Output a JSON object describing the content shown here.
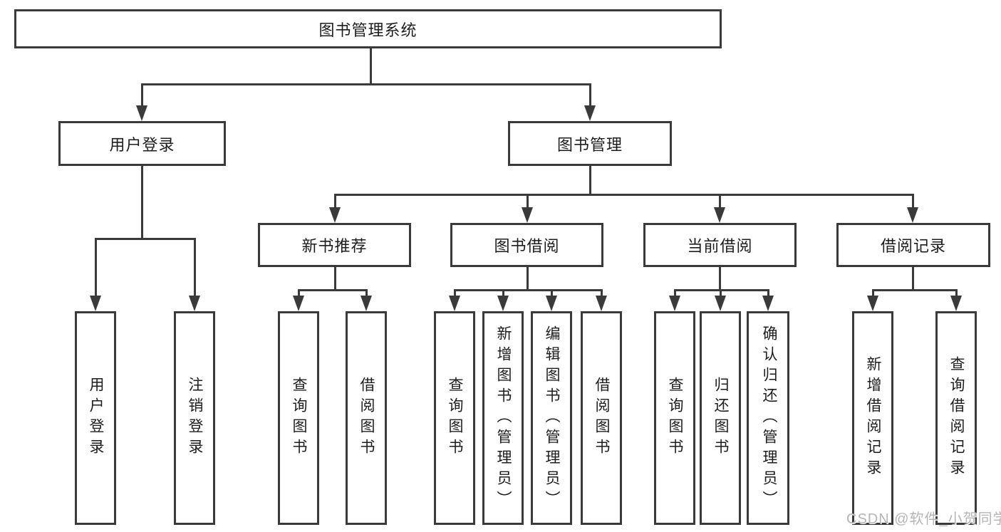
{
  "diagram": {
    "title": "图书管理系统",
    "watermark": "CSDN @软件_小贺同学",
    "colors": {
      "line": "#3a3a3a",
      "text": "#1d1d1d",
      "box_background": "#ffffff",
      "watermark": "#b5b5b5"
    },
    "nodes": {
      "root": {
        "label": "图书管理系统"
      },
      "user_login": {
        "label": "用户登录"
      },
      "book_mgmt": {
        "label": "图书管理"
      },
      "new_book_rec": {
        "label": "新书推荐"
      },
      "book_borrow": {
        "label": "图书借阅"
      },
      "current_borrow": {
        "label": "当前借阅"
      },
      "borrow_records": {
        "label": "借阅记录"
      },
      "leaf_user_login": {
        "label": "用户登录"
      },
      "leaf_logout": {
        "label": "注销登录"
      },
      "leaf_nbr_query": {
        "label": "查询图书"
      },
      "leaf_nbr_borrow": {
        "label": "借阅图书"
      },
      "leaf_bb_query": {
        "label": "查询图书"
      },
      "leaf_bb_add": {
        "label": "新增图书（管理员）"
      },
      "leaf_bb_edit": {
        "label": "编辑图书（管理员）"
      },
      "leaf_bb_borrow": {
        "label": "借阅图书"
      },
      "leaf_cb_query": {
        "label": "查询图书"
      },
      "leaf_cb_return": {
        "label": "归还图书"
      },
      "leaf_cb_confirm": {
        "label": "确认归还（管理员）"
      },
      "leaf_br_add": {
        "label": "新增借阅记录"
      },
      "leaf_br_query": {
        "label": "查询借阅记录"
      }
    }
  }
}
